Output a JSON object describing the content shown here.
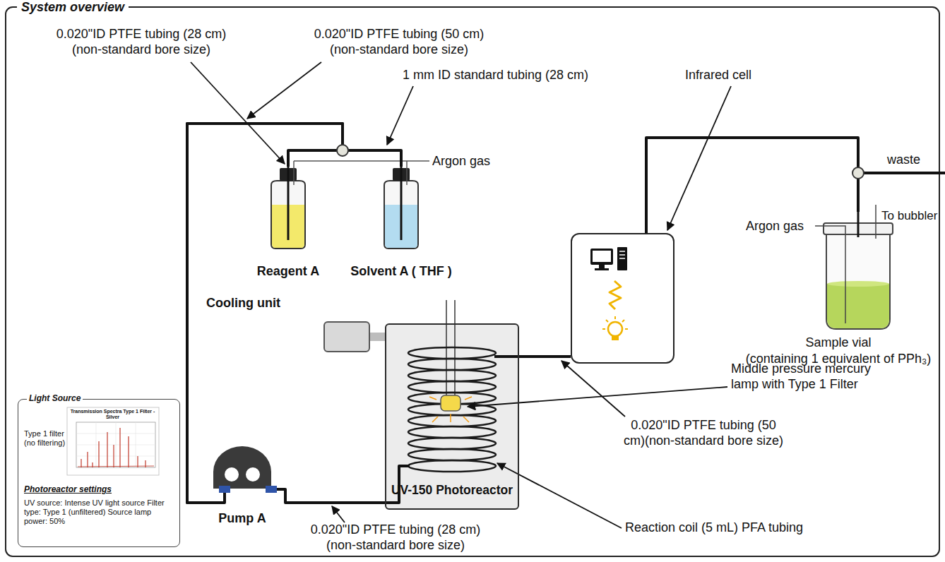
{
  "diagram": {
    "title": "System overview",
    "nodes": [
      {
        "text": [
          "Reagent A"
        ]
      },
      {
        "text": [
          "Solvent A ( THF )"
        ]
      },
      {
        "text": [
          "Pump A"
        ]
      },
      {
        "text": [
          "UV-150 Photoreactor"
        ]
      },
      {
        "text": [
          "Cooling unit"
        ]
      },
      {
        "text": [
          "Infrared cell"
        ]
      },
      {
        "text": [
          "Sample vial",
          "(containing 1 equivalent of PPh₃)"
        ]
      },
      {
        "text": [
          "Light Source",
          "Type 1 filter (no filtering)",
          "Photoreactor settings",
          "UV source: Intense UV light source Filter type: Type 1 (unfiltered) Source lamp power: 50%"
        ]
      },
      {
        "text": [
          "Transmission Spectra Type 1 Filter - Silver"
        ],
        "in": 7
      }
    ],
    "edges": [
      {
        "from": 0,
        "to": 2,
        "arrow": "none"
      },
      {
        "from": 1,
        "to": 2,
        "arrow": "none"
      },
      {
        "from": 2,
        "to": 3,
        "arrow": "none"
      },
      {
        "from": 4,
        "to": 3,
        "arrow": "none"
      },
      {
        "from": 3,
        "to": 5,
        "arrow": "none"
      },
      {
        "from": 5,
        "to": 6,
        "arrow": "none"
      }
    ],
    "labels": [
      "0.020\"ID PTFE tubing (28 cm) (non-standard bore size)",
      "0.020\"ID PTFE tubing (50 cm) (non-standard bore size)",
      "1 mm ID standard tubing (28 cm)",
      "Argon gas",
      "0.020\"ID PTFE tubing (50 cm)(non-standard bore size)",
      "Middle pressure mercury lamp with Type 1 Filter",
      "Reaction coil (5 mL) PFA tubing",
      "0.020\"ID PTFE tubing (28 cm) (non-standard bore size)",
      "waste",
      "Argon gas",
      "To bubbler"
    ]
  }
}
